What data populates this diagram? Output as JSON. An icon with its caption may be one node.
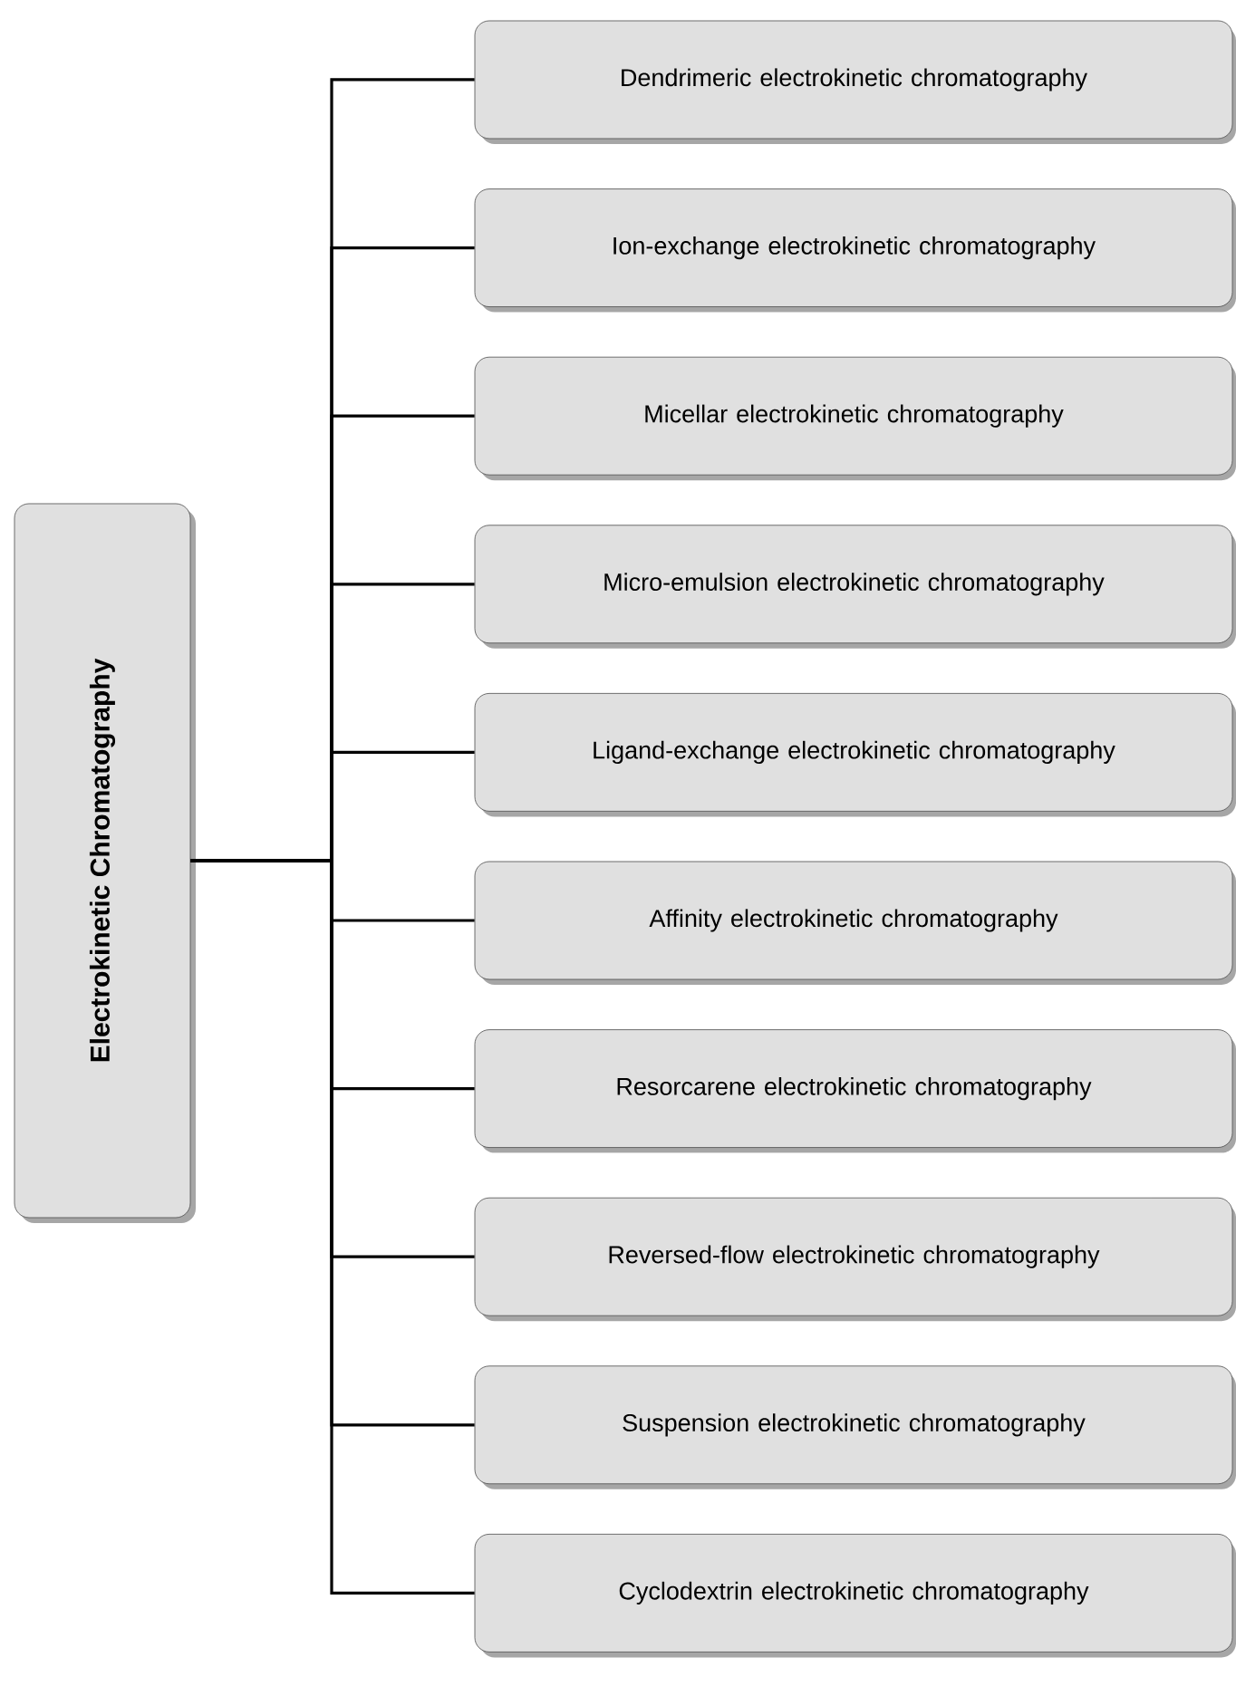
{
  "diagram": {
    "nodes": [
      {
        "text": [
          "Electrokinetic Chromatography"
        ]
      },
      {
        "text": [
          "Dendrimeric electrokinetic chromatography"
        ]
      },
      {
        "text": [
          "Ion-exchange electrokinetic chromatography"
        ]
      },
      {
        "text": [
          "Micellar electrokinetic chromatography"
        ]
      },
      {
        "text": [
          "Micro-emulsion electrokinetic chromatography"
        ]
      },
      {
        "text": [
          "Ligand-exchange electrokinetic chromatography"
        ]
      },
      {
        "text": [
          "Affinity electrokinetic chromatography"
        ]
      },
      {
        "text": [
          "Resorcarene electrokinetic chromatography"
        ]
      },
      {
        "text": [
          "Reversed-flow electrokinetic chromatography"
        ]
      },
      {
        "text": [
          "Suspension electrokinetic chromatography"
        ]
      },
      {
        "text": [
          "Cyclodextrin electrokinetic chromatography"
        ]
      }
    ],
    "edges": [
      {
        "from": 0,
        "to": 1,
        "arrow": "none"
      },
      {
        "from": 0,
        "to": 2,
        "arrow": "none"
      },
      {
        "from": 0,
        "to": 3,
        "arrow": "none"
      },
      {
        "from": 0,
        "to": 4,
        "arrow": "none"
      },
      {
        "from": 0,
        "to": 5,
        "arrow": "none"
      },
      {
        "from": 0,
        "to": 6,
        "arrow": "none"
      },
      {
        "from": 0,
        "to": 7,
        "arrow": "none"
      },
      {
        "from": 0,
        "to": 8,
        "arrow": "none"
      },
      {
        "from": 0,
        "to": 9,
        "arrow": "none"
      },
      {
        "from": 0,
        "to": 10,
        "arrow": "none"
      }
    ]
  }
}
